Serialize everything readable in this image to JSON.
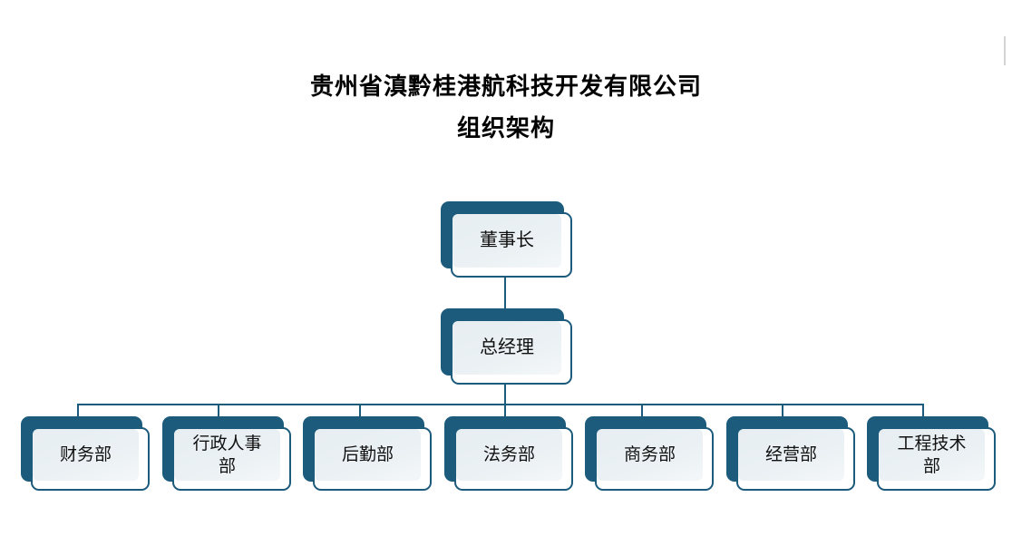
{
  "page": {
    "background_color": "#FFFFFF",
    "accent_color": "#1C5B7C",
    "panel_color": "#EAF0F3",
    "text_color": "#111111"
  },
  "title": {
    "line1": "贵州省滇黔桂港航科技开发有限公司",
    "line2": "组织架构"
  },
  "chart_data": {
    "type": "diagram",
    "diagram_type": "organization-chart",
    "title": "贵州省滇黔桂港航科技开发有限公司 组织架构",
    "orientation": "top-down",
    "levels": [
      {
        "level": 1,
        "nodes": [
          "董事长"
        ]
      },
      {
        "level": 2,
        "nodes": [
          "总经理"
        ]
      },
      {
        "level": 3,
        "nodes": [
          "财务部",
          "行政人事部",
          "后勤部",
          "法务部",
          "商务部",
          "经营部",
          "工程技术部"
        ]
      }
    ],
    "edges": [
      {
        "from": "董事长",
        "to": "总经理"
      },
      {
        "from": "总经理",
        "to": "财务部"
      },
      {
        "from": "总经理",
        "to": "行政人事部"
      },
      {
        "from": "总经理",
        "to": "后勤部"
      },
      {
        "from": "总经理",
        "to": "法务部"
      },
      {
        "from": "总经理",
        "to": "商务部"
      },
      {
        "from": "总经理",
        "to": "经营部"
      },
      {
        "from": "总经理",
        "to": "工程技术部"
      }
    ]
  },
  "nodes": {
    "chairman": {
      "label": "董事长"
    },
    "general_manager": {
      "label": "总经理"
    },
    "departments": [
      {
        "label": "财务部"
      },
      {
        "label": "行政人事\n部"
      },
      {
        "label": "后勤部"
      },
      {
        "label": "法务部"
      },
      {
        "label": "商务部"
      },
      {
        "label": "经营部"
      },
      {
        "label": "工程技术\n部"
      }
    ]
  }
}
